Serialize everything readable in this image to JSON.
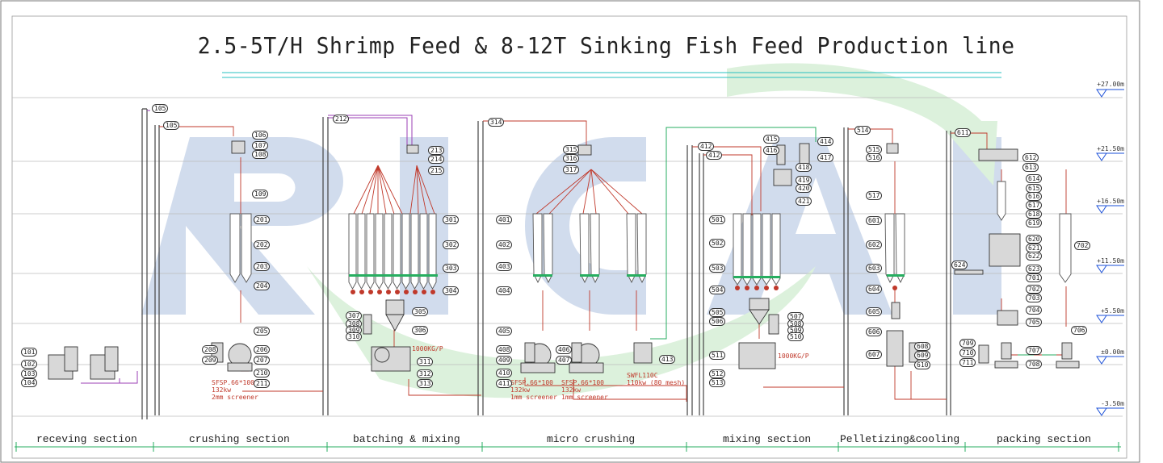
{
  "title": "2.5-5T/H Shrimp Feed & 8-12T Sinking Fish Feed Production line",
  "levels": [
    "+27.00m",
    "+21.50m",
    "+16.50m",
    "+11.50m",
    "+5.50m",
    "±0.00m",
    "-3.50m"
  ],
  "sections": [
    "receving section",
    "crushing section",
    "batching & mixing",
    "micro crushing",
    "mixing section",
    "Pelletizing&cooling",
    "packing section"
  ],
  "notes": {
    "crush_spec": "SFSP.66*100\n132kw\n2mm screener",
    "micro1_spec": "SFSP.66*100\n132kw\n1mm screener",
    "micro2_spec": "SFSP.66*100\n132kw\n1mm screener",
    "pulverizer_spec": "SWFL110C\n110kw (80 mesh)",
    "mixer1_cap": "1000KG/P",
    "mixer2_cap": "1000KG/P"
  },
  "tags": {
    "t101": "101",
    "t102": "102",
    "t103": "103",
    "t104": "104",
    "t105a": "105",
    "t105b": "105",
    "t106": "106",
    "t107": "107",
    "t108": "108",
    "t109": "109",
    "t201": "201",
    "t202": "202",
    "t203": "203",
    "t204": "204",
    "t205": "205",
    "t206": "206",
    "t207": "207",
    "t208": "208",
    "t209": "209",
    "t210": "210",
    "t211": "211",
    "t212": "212",
    "t213": "213",
    "t214": "214",
    "t215": "215",
    "t301": "301",
    "t302": "302",
    "t303": "303",
    "t304": "304",
    "t305": "305",
    "t306": "306",
    "t307": "307",
    "t308": "308",
    "t309": "309",
    "t310": "310",
    "t311": "311",
    "t312": "312",
    "t313": "313",
    "t314": "314",
    "t315": "315",
    "t316": "316",
    "t317": "317",
    "t401": "401",
    "t402": "402",
    "t403": "403",
    "t404": "404",
    "t405": "405",
    "t406": "406",
    "t407": "407",
    "t408": "408",
    "t409": "409",
    "t410": "410",
    "t411": "411",
    "t412a": "412",
    "t412b": "412",
    "t413": "413",
    "t414": "414",
    "t415": "415",
    "t416": "416",
    "t417": "417",
    "t418": "418",
    "t419": "419",
    "t420": "420",
    "t421": "421",
    "t501": "501",
    "t502": "502",
    "t503": "503",
    "t504": "504",
    "t505": "505",
    "t506": "506",
    "t507": "507",
    "t508": "508",
    "t509": "509",
    "t510": "510",
    "t511": "511",
    "t512": "512",
    "t513": "513",
    "t514": "514",
    "t515": "515",
    "t516": "516",
    "t517": "517",
    "t601": "601",
    "t602": "602",
    "t603": "603",
    "t604": "604",
    "t605": "605",
    "t606": "606",
    "t607": "607",
    "t608": "608",
    "t609": "609",
    "t610": "610",
    "t611": "611",
    "t612": "612",
    "t613": "613",
    "t614": "614",
    "t615": "615",
    "t616": "616",
    "t617": "617",
    "t618": "618",
    "t619": "619",
    "t620": "620",
    "t621": "621",
    "t622": "622",
    "t623": "623",
    "t624": "624",
    "t701": "701",
    "t702a": "702",
    "t702b": "702",
    "t703": "703",
    "t704": "704",
    "t705": "705",
    "t706": "706",
    "t707": "707",
    "t708": "708",
    "t709": "709",
    "t710": "710",
    "t711": "711"
  },
  "colors": {
    "pipe_red": "#c0392b",
    "pipe_purple": "#9b3fb5",
    "pipe_green": "#27ae60",
    "watermark_blue": "#c9d6ea",
    "watermark_green": "#d6efd6"
  }
}
